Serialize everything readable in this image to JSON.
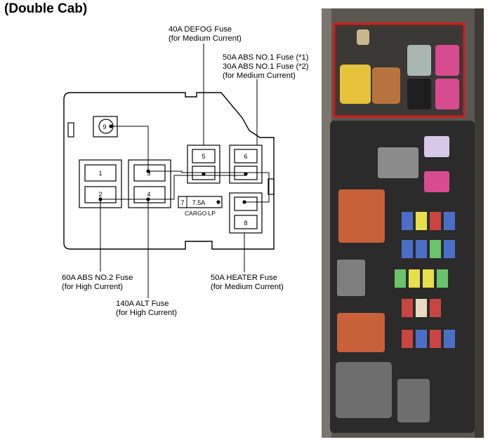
{
  "title": "(Double Cab)",
  "fuse_box": {
    "slots": [
      {
        "id": "1",
        "text": "1"
      },
      {
        "id": "2",
        "text": "2"
      },
      {
        "id": "3",
        "text": "3"
      },
      {
        "id": "4",
        "text": "4"
      },
      {
        "id": "5",
        "text": "5"
      },
      {
        "id": "6",
        "text": "6"
      },
      {
        "id": "7",
        "text": "7"
      },
      {
        "id": "8",
        "text": "8"
      },
      {
        "id": "9",
        "text": "9"
      }
    ],
    "mini_fuse_rating": "7.5A",
    "cargo_label": "CARGO LP"
  },
  "callouts": {
    "defog": {
      "line1": "40A DEFOG Fuse",
      "line2": "(for Medium Current)"
    },
    "abs1": {
      "line1": "50A ABS NO.1 Fuse (*1)",
      "line2": "30A ABS NO.1 Fuse (*2)",
      "line3": "(for Medium Current)"
    },
    "abs2": {
      "line1": "60A ABS NO.2 Fuse",
      "line2": "(for High Current)"
    },
    "alt": {
      "line1": "140A ALT Fuse",
      "line2": "(for High Current)"
    },
    "heater": {
      "line1": "50A HEATER Fuse",
      "line2": "(for Medium Current)"
    }
  },
  "colors": {
    "highlight": "#e01515",
    "box_body": "#2b2b2b",
    "relay_orange": "#c8603a",
    "fuse_pink": "#d84b8e",
    "fuse_yellow": "#e6c23a"
  }
}
